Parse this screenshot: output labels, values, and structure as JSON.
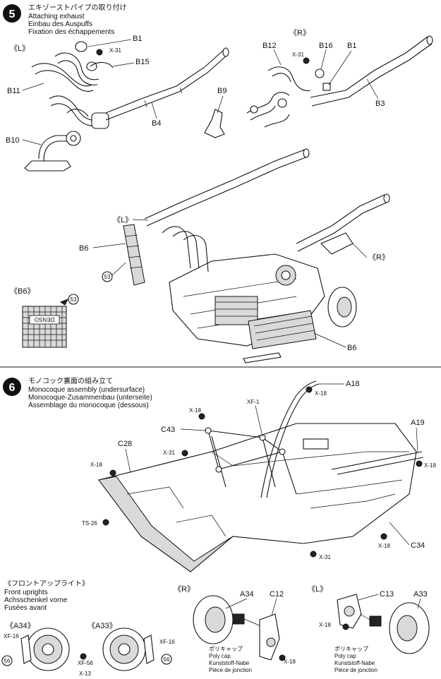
{
  "step5": {
    "number": "5",
    "title_jp": "エキゾーストパイプの取り付け",
    "title_en": "Attaching exhaust",
    "title_de": "Einbau des Auspuffs",
    "title_fr": "Fixation des échappements",
    "side_left": "《L》",
    "side_right": "《R》",
    "labels": {
      "B1": "B1",
      "X31": "X-31",
      "B15": "B15",
      "B11": "B11",
      "B4": "B4",
      "B10": "B10",
      "B12": "B12",
      "X31b": "X-31",
      "B16": "B16",
      "B1b": "B1",
      "B3": "B3",
      "B9": "B9",
      "L": "《L》",
      "B6": "B6",
      "R": "《R》",
      "n53": "53",
      "B6b": "B6"
    },
    "inset_title": "《B6》",
    "inset_num": "53",
    "inset_decal": "DENSO"
  },
  "step6": {
    "number": "6",
    "title_jp": "モノコック裏面の組み立て",
    "title_en": "Monocoque assembly (undersurface)",
    "title_de": "Monocoque-Zusammenbau (unterseite)",
    "title_fr": "Assemblage du monocoque (dessous)",
    "labels": {
      "A18": "A18",
      "X18a": "X-18",
      "XF1": "XF-1",
      "X18b": "X-18",
      "C43": "C43",
      "C28": "C28",
      "A19": "A19",
      "X31": "X-31",
      "X18c": "X-18",
      "X18d": "X-18",
      "TS26": "TS-26",
      "C34": "C34",
      "X18e": "X-18",
      "X31b": "X-31"
    }
  },
  "front": {
    "title_jp": "《フロントアップライト》",
    "title_en": "Front uprights",
    "title_de": "Achsschenkel vorne",
    "title_fr": "Fusées avant",
    "a34_title": "《A34》",
    "a33_title": "《A33》",
    "labels": {
      "XF16a": "XF-16",
      "n56a": "56",
      "XF56": "XF-56",
      "X13": "X-13",
      "XF16b": "XF-16",
      "n56b": "56",
      "R": "《R》",
      "A34": "A34",
      "C12": "C12",
      "X18r": "X-18",
      "L": "《L》",
      "C13": "C13",
      "A33": "A33",
      "X18l": "X-18"
    },
    "polycap_r": [
      "ポリキャップ",
      "Poly cap",
      "Kunststoff-Nabe",
      "Pièce de jonction"
    ],
    "polycap_l": [
      "ポリキャップ",
      "Poly cap",
      "Kunststoff-Nabe",
      "Pièce de jonction"
    ]
  }
}
